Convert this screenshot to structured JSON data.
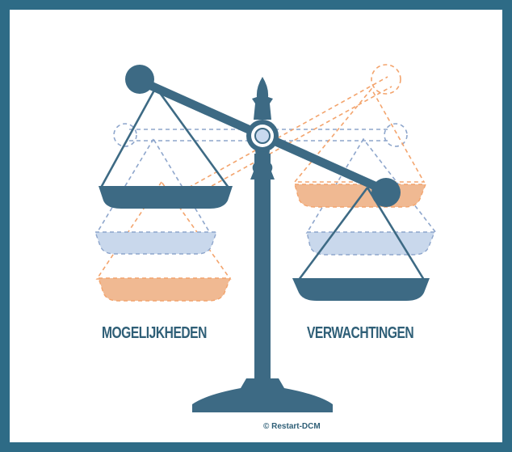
{
  "labels": {
    "left": "MOGELIJKHEDEN",
    "right": "VERWACHTINGEN"
  },
  "credit": "© Restart-DCM",
  "colors": {
    "frame": "#2e6b86",
    "scale": "#3d6a84",
    "orange": "#f0b992",
    "blue": "#c9d8ec",
    "orange_dash": "#f3a46d",
    "blue_dash": "#8ea6cc",
    "hub_fill": "#c8d9ee"
  }
}
